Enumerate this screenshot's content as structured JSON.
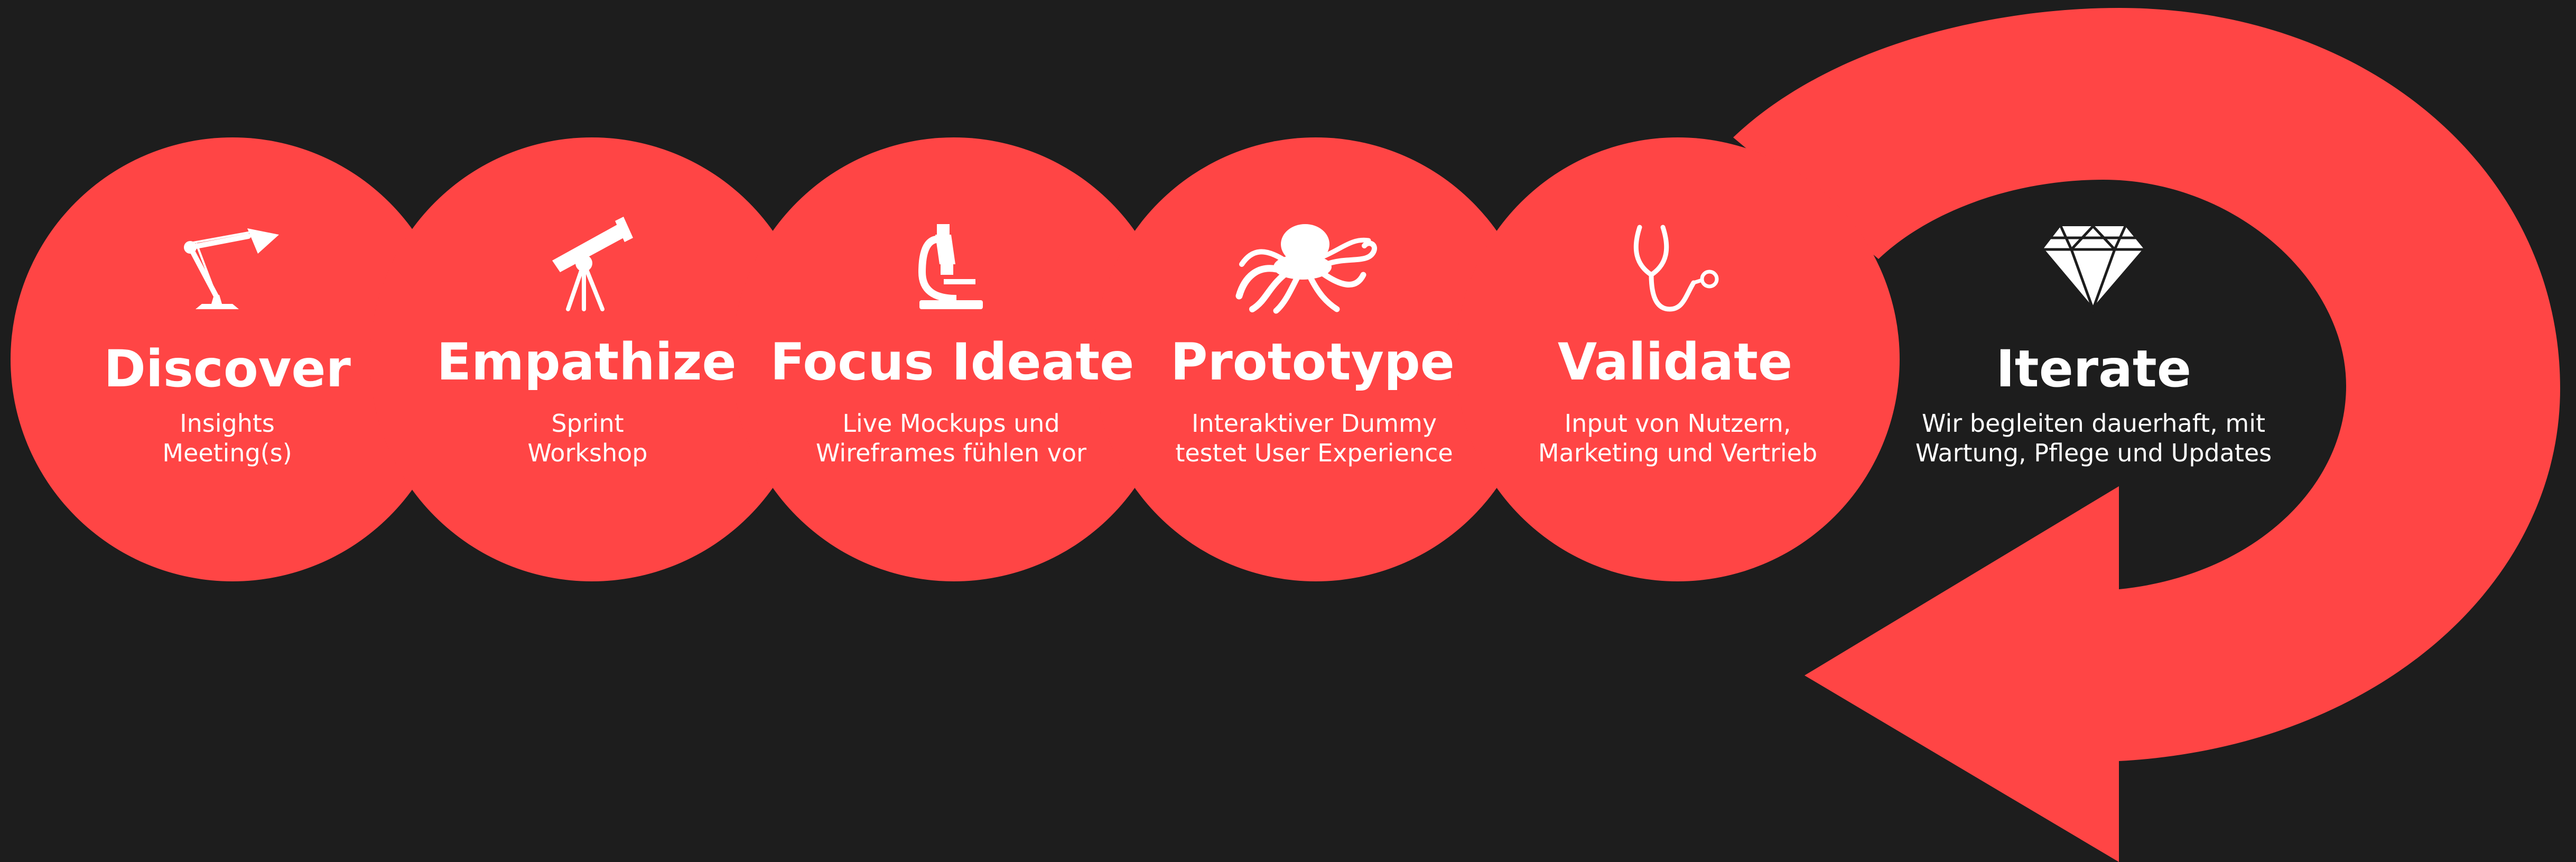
{
  "colors": {
    "background": "#1d1d1d",
    "accent": "#ff4545",
    "text": "#ffffff"
  },
  "steps": [
    {
      "title": "Discover",
      "icon": "desk-lamp-icon",
      "lines": [
        "Insights",
        "Meeting(s)"
      ]
    },
    {
      "title": "Empathize",
      "icon": "telescope-icon",
      "lines": [
        "Sprint",
        "Workshop"
      ]
    },
    {
      "title": "Focus Ideate",
      "icon": "microscope-icon",
      "lines": [
        "Live Mockups und",
        "Wireframes fühlen vor"
      ]
    },
    {
      "title": "Prototype",
      "icon": "octopus-icon",
      "lines": [
        "Interaktiver Dummy",
        "testet User Experience"
      ]
    },
    {
      "title": "Validate",
      "icon": "stethoscope-icon",
      "lines": [
        "Input von Nutzern,",
        "Marketing und Vertrieb"
      ]
    },
    {
      "title": "Iterate",
      "icon": "diamond-icon",
      "lines": [
        "Wir begleiten dauerhaft, mit",
        "Wartung, Pflege und Updates"
      ]
    }
  ]
}
